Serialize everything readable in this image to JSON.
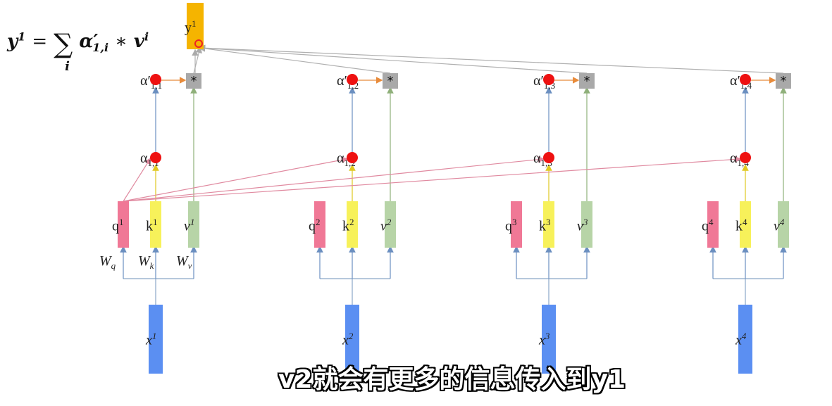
{
  "formula": {
    "lhs": "y",
    "lhs_sup": "1",
    "eq": "=",
    "sigma": "∑",
    "sigma_sub": "i",
    "alpha": "α",
    "alpha_prime": "′",
    "alpha_sub": "1,i",
    "op": "∗",
    "v": "v",
    "v_sup": "i"
  },
  "output": {
    "label": "y",
    "sup": "1"
  },
  "weights": {
    "wq": "W",
    "wq_sub": "q",
    "wk": "W",
    "wk_sub": "k",
    "wv": "W",
    "wv_sub": "v"
  },
  "columns": [
    {
      "x": "x",
      "x_sup": "1",
      "q": "q",
      "q_sup": "1",
      "k": "k",
      "k_sup": "1",
      "v": "v",
      "v_sup": "1",
      "alpha": "α",
      "alpha_sub": "1,1",
      "alpha_p": "α′",
      "alpha_p_sub": "1,1",
      "star": "*"
    },
    {
      "x": "x",
      "x_sup": "2",
      "q": "q",
      "q_sup": "2",
      "k": "k",
      "k_sup": "2",
      "v": "v",
      "v_sup": "2",
      "alpha": "α",
      "alpha_sub": "1,2",
      "alpha_p": "α′",
      "alpha_p_sub": "1,2",
      "star": "*"
    },
    {
      "x": "x",
      "x_sup": "3",
      "q": "q",
      "q_sup": "3",
      "k": "k",
      "k_sup": "3",
      "v": "v",
      "v_sup": "3",
      "alpha": "α",
      "alpha_sub": "1,3",
      "alpha_p": "α′",
      "alpha_p_sub": "1,3",
      "star": "*"
    },
    {
      "x": "x",
      "x_sup": "4",
      "q": "q",
      "q_sup": "4",
      "k": "k",
      "k_sup": "4",
      "v": "v",
      "v_sup": "4",
      "alpha": "α",
      "alpha_sub": "1,4",
      "alpha_p": "α′",
      "alpha_p_sub": "1,4",
      "star": "*"
    }
  ],
  "caption": "v2就会有更多的信息传入到y1",
  "colors": {
    "x": "#5b8ff2",
    "q": "#f07896",
    "k": "#f7f15a",
    "v": "#b7d4a7",
    "y": "#f5b400",
    "ball": "#ee1111",
    "star": "#a9a9a9"
  }
}
